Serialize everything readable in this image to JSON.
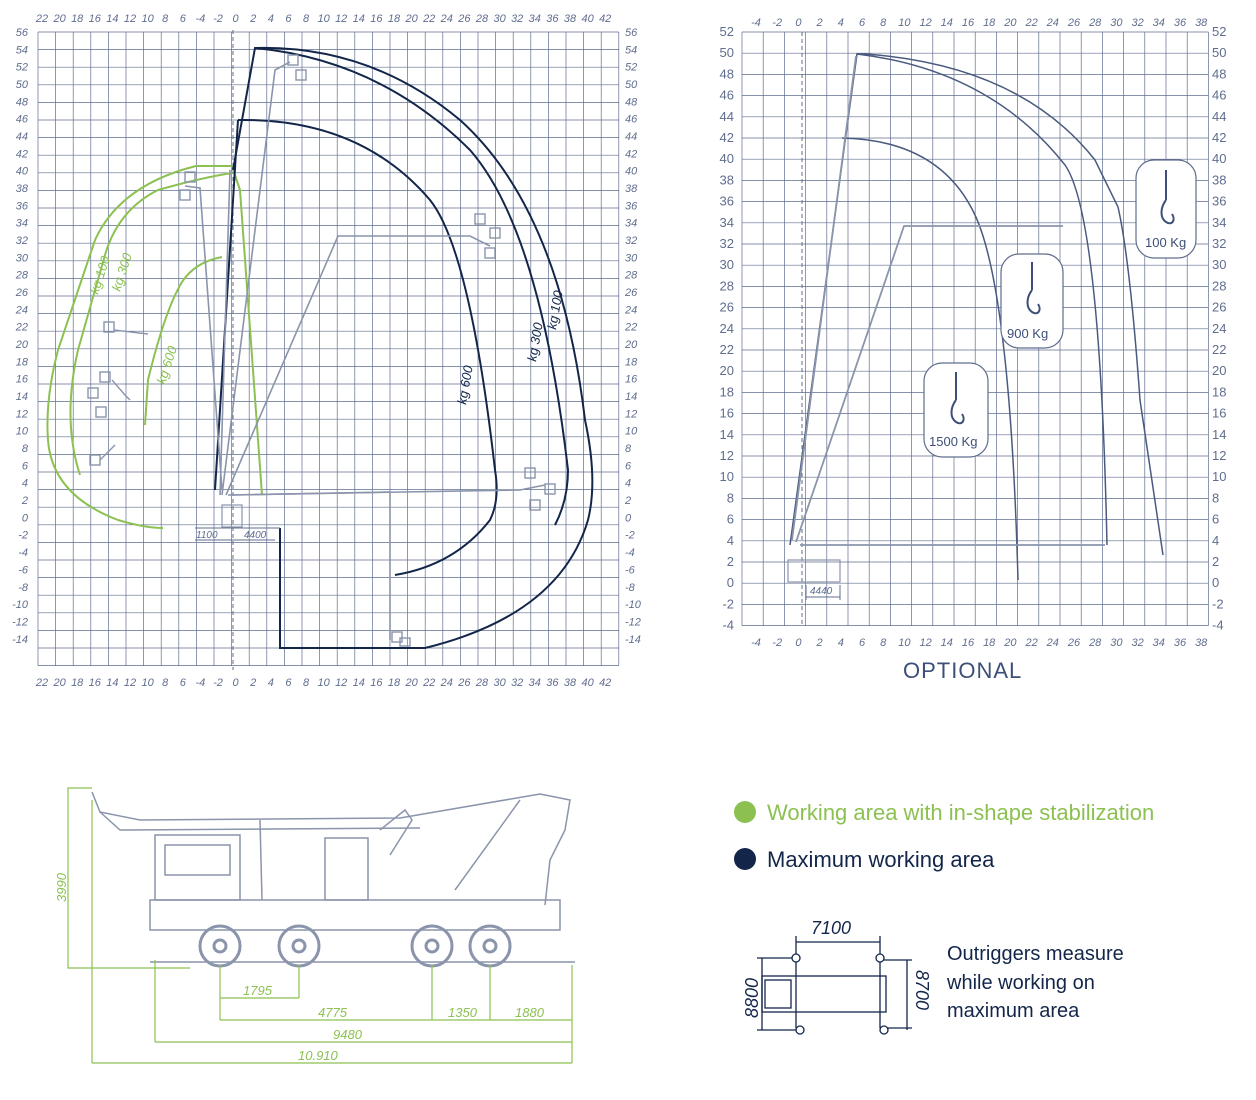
{
  "colors": {
    "grid": "#5f6d8e",
    "green": "#8cc152",
    "navy": "#13264a",
    "truck": "#8a94ab"
  },
  "left_chart": {
    "x_ticks": [
      "22",
      "20",
      "18",
      "16",
      "14",
      "12",
      "10",
      "8",
      "6",
      "-4",
      "-2",
      "0",
      "2",
      "4",
      "6",
      "8",
      "10",
      "12",
      "14",
      "16",
      "18",
      "20",
      "22",
      "24",
      "26",
      "28",
      "30",
      "32",
      "34",
      "36",
      "38",
      "40",
      "42"
    ],
    "y_ticks": [
      "56",
      "54",
      "52",
      "50",
      "48",
      "46",
      "44",
      "42",
      "40",
      "38",
      "36",
      "34",
      "32",
      "30",
      "28",
      "26",
      "24",
      "22",
      "20",
      "18",
      "16",
      "14",
      "12",
      "10",
      "8",
      "6",
      "4",
      "2",
      "0",
      "-2",
      "-4",
      "-6",
      "-8",
      "-10",
      "-12",
      "-14"
    ],
    "green_labels": [
      "kg 100",
      "kg 300",
      "kg 600"
    ],
    "navy_labels": [
      "kg 600",
      "kg 300",
      "kg 100"
    ],
    "dim_1100": "1100",
    "dim_4400": "4400"
  },
  "right_chart": {
    "x_ticks": [
      "-4",
      "-2",
      "0",
      "2",
      "4",
      "6",
      "8",
      "10",
      "12",
      "14",
      "16",
      "18",
      "20",
      "22",
      "24",
      "26",
      "28",
      "30",
      "32",
      "34",
      "36",
      "38"
    ],
    "y_ticks": [
      "52",
      "50",
      "48",
      "46",
      "44",
      "42",
      "40",
      "38",
      "36",
      "34",
      "32",
      "30",
      "28",
      "26",
      "24",
      "22",
      "20",
      "18",
      "16",
      "14",
      "12",
      "10",
      "8",
      "6",
      "4",
      "2",
      "0",
      "-2",
      "-4"
    ],
    "loads": [
      "100 Kg",
      "900 Kg",
      "1500 Kg"
    ],
    "dim_4440": "4440",
    "caption": "OPTIONAL"
  },
  "legend": {
    "green_label": "Working area with in-shape stabilization",
    "navy_label": "Maximum working area"
  },
  "truck_dims": {
    "height": "3990",
    "d1795": "1795",
    "d4775": "4775",
    "d1350": "1350",
    "d1880": "1880",
    "d9480": "9480",
    "d10910": "10.910"
  },
  "outriggers": {
    "width": "7100",
    "left": "8800",
    "right": "8700",
    "note_line1": "Outriggers measure",
    "note_line2": "while working on",
    "note_line3": "maximum area"
  }
}
